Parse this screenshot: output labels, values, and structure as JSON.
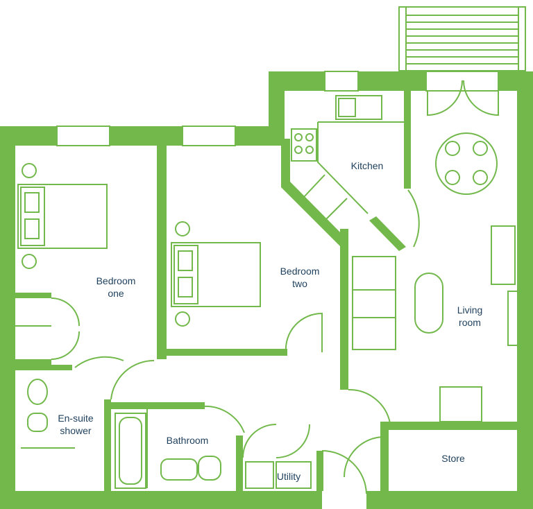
{
  "colors": {
    "wall": "#72b84b",
    "line": "#72b84b",
    "text": "#1e3f5c",
    "background": "#ffffff"
  },
  "rooms": {
    "bedroom_one": {
      "line1": "Bedroom",
      "line2": "one"
    },
    "bedroom_two": {
      "line1": "Bedroom",
      "line2": "two"
    },
    "kitchen": {
      "label": "Kitchen"
    },
    "living_room": {
      "line1": "Living",
      "line2": "room"
    },
    "ensuite": {
      "line1": "En-suite",
      "line2": "shower"
    },
    "bathroom": {
      "label": "Bathroom"
    },
    "utility": {
      "label": "Utility"
    },
    "store": {
      "label": "Store"
    }
  }
}
